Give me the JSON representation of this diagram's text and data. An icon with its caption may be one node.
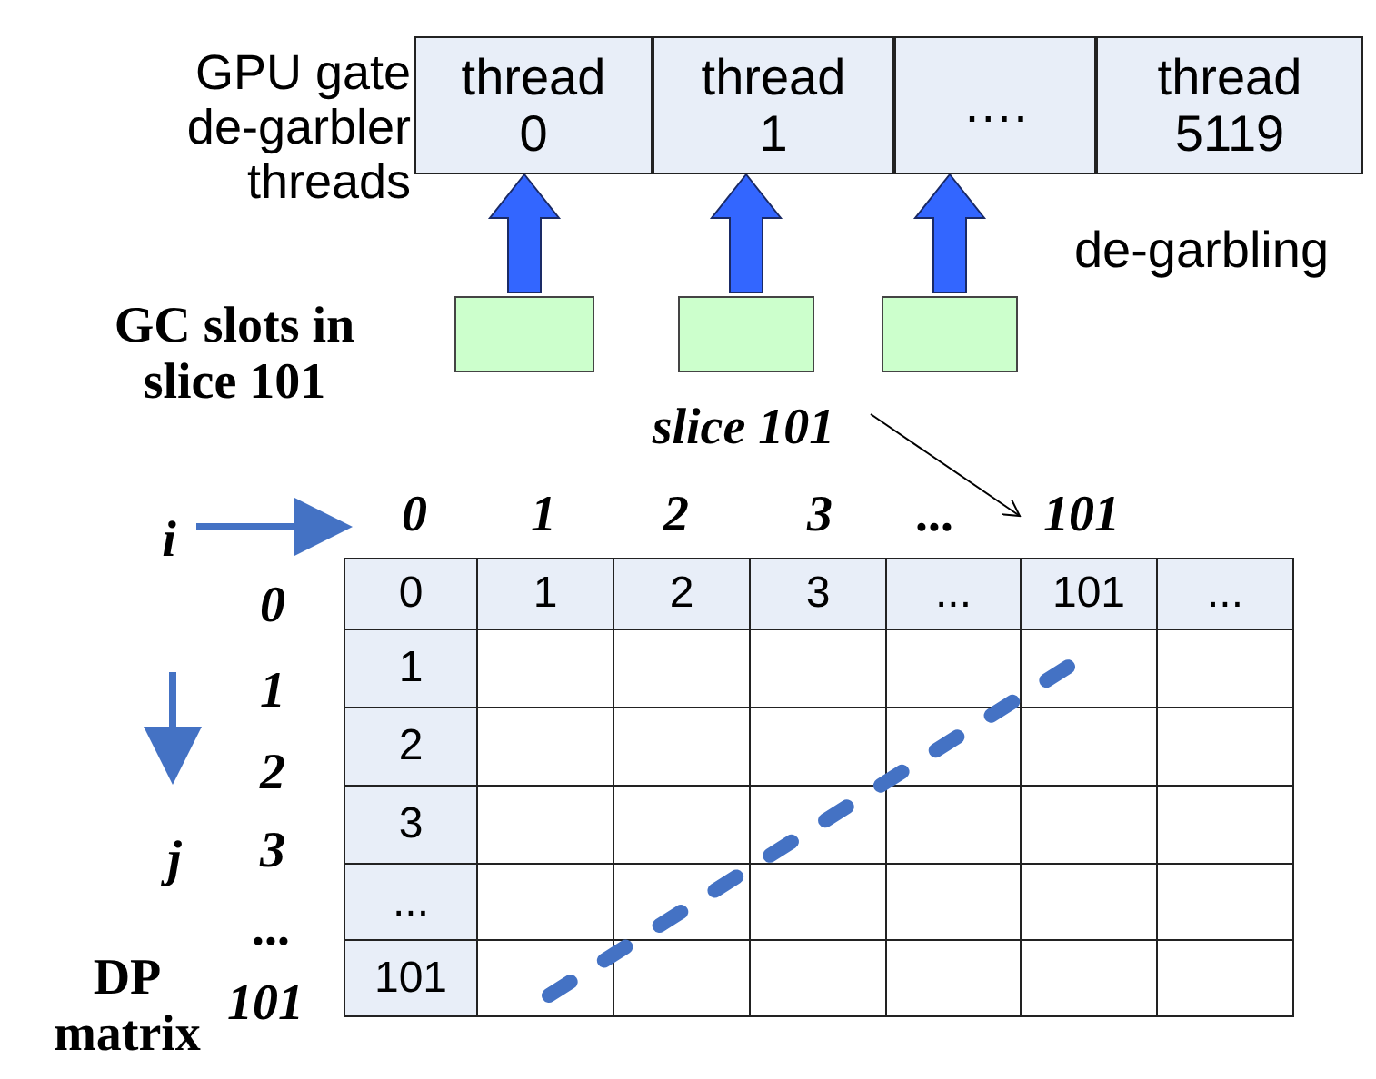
{
  "diagram": {
    "nodes": [
      {
        "text": [
          "thread 0"
        ]
      },
      {
        "text": [
          "thread 1"
        ]
      },
      {
        "text": [
          "…."
        ]
      },
      {
        "text": [
          "thread 5119"
        ]
      },
      {
        "text": [],
        "shape": "box"
      },
      {
        "text": [],
        "shape": "box"
      },
      {
        "text": [],
        "shape": "box"
      },
      {
        "text": [
          "slice 101"
        ]
      },
      {
        "text": [
          "101"
        ]
      }
    ],
    "edges": [
      {
        "from": 4,
        "to": 0,
        "arrow": "to",
        "style": "thick"
      },
      {
        "from": 5,
        "to": 1,
        "arrow": "to",
        "style": "thick"
      },
      {
        "from": 6,
        "to": 2,
        "arrow": "to",
        "style": "thick"
      },
      {
        "from": 7,
        "to": 8,
        "arrow": "to",
        "color": "#000000"
      }
    ],
    "labels": [
      "GPU gate de-garbler threads",
      "de-garbling",
      "GC slots in slice 101",
      "i",
      "0",
      "1",
      "2",
      "3",
      "...",
      "0",
      "0",
      "1",
      "2",
      "3",
      "...",
      "101",
      "...",
      "1",
      "1",
      "2",
      "2",
      "j",
      "3",
      "3",
      "...",
      "...",
      "DP matrix",
      "101",
      "101"
    ]
  }
}
